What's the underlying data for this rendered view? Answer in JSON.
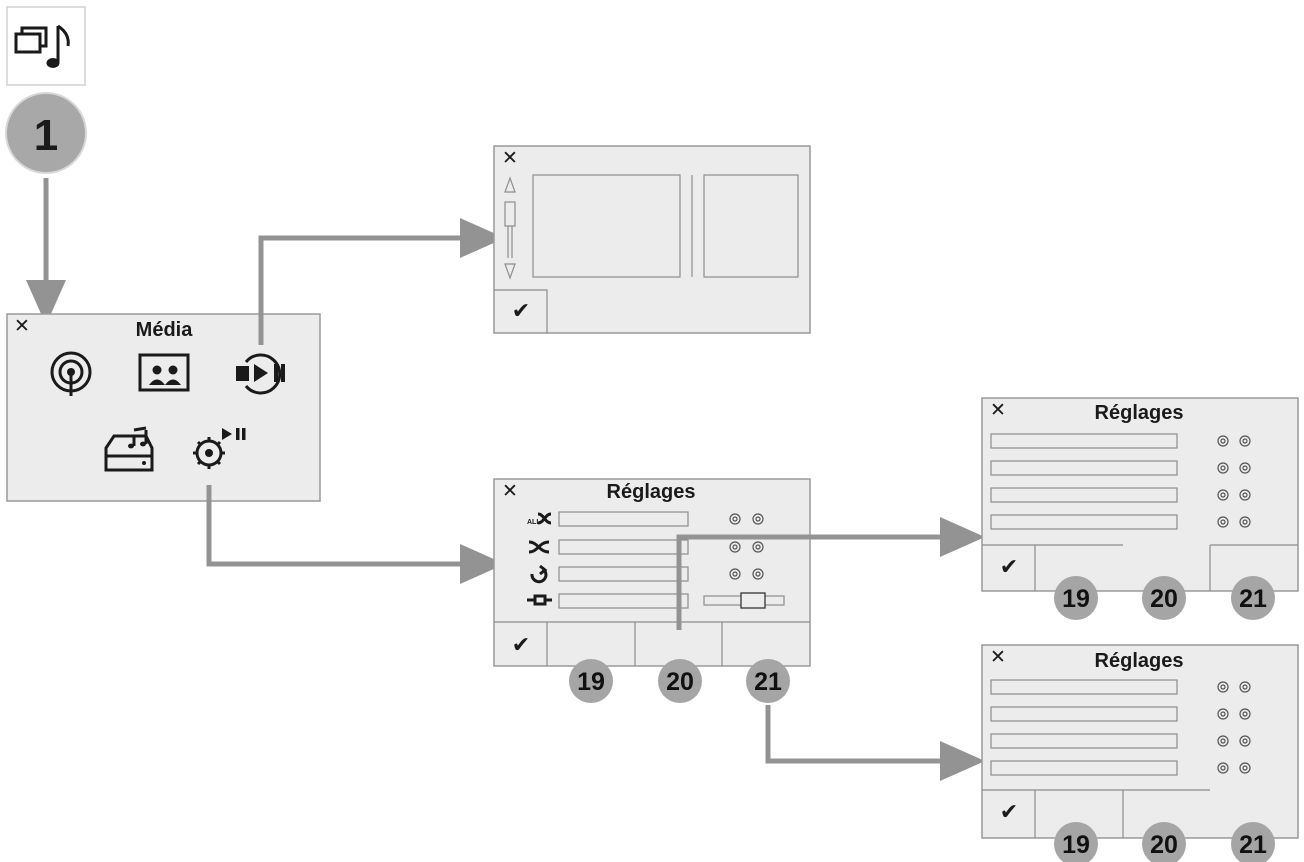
{
  "media_icon": {
    "icon": "media-music-icon"
  },
  "step_badge": {
    "label": "1"
  },
  "media_screen": {
    "title": "Média",
    "close": "✕",
    "icons": [
      "radio-antenna-icon",
      "photo-icon",
      "play-media-icon",
      "music-storage-icon",
      "media-settings-icon"
    ]
  },
  "browse_screen": {
    "close": "✕",
    "confirm": "✔"
  },
  "settings_screen": {
    "title": "Réglages",
    "close": "✕",
    "confirm": "✔",
    "row_icons": [
      "shuffle-all-icon",
      "shuffle-icon",
      "repeat-icon",
      "aux-input-icon"
    ]
  },
  "settings_screen_b": {
    "title": "Réglages",
    "close": "✕",
    "confirm": "✔"
  },
  "settings_screen_c": {
    "title": "Réglages",
    "close": "✕",
    "confirm": "✔"
  },
  "callouts": [
    "19",
    "20",
    "21"
  ],
  "colors": {
    "panel": "#ececec",
    "border": "#9a9a9a",
    "arrow": "#939393",
    "badge": "#a5a5a5"
  }
}
